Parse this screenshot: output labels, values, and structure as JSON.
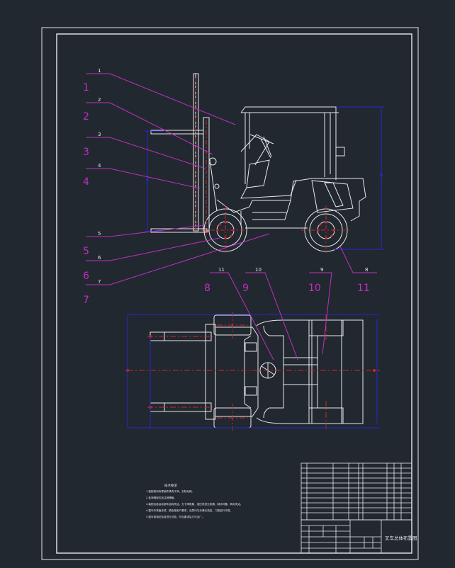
{
  "leader_numbers": [
    "1",
    "2",
    "3",
    "4",
    "5",
    "6",
    "7",
    "8",
    "9",
    "10",
    "11"
  ],
  "callout_labels": [
    "1",
    "2",
    "3",
    "4",
    "5",
    "6",
    "7",
    "8",
    "9",
    "10",
    "11"
  ],
  "title_block": {
    "drawing_title": "叉车总体布置图"
  },
  "notes": {
    "heading": "技术要求",
    "lines": [
      "1.装配前所有零部件清洗干净，去除毛刺。",
      "2.各润滑部位加注润滑脂。",
      "3.装配后各运动部件运转灵活，无卡滞现象，液压系统无渗漏，制动可靠，转向灵活。",
      "4.整车外表面涂漆，颜色按用户要求，涂层均匀光滑无流挂，门架起升平稳。",
      "5.整车按相关标准进行试验，符合要求后方可出厂。"
    ]
  },
  "colors": {
    "background": "#212830",
    "line": "#e9e9e9",
    "annotation": "#c12fc1",
    "dimension": "#2727d8",
    "centerline": "#d22424"
  }
}
